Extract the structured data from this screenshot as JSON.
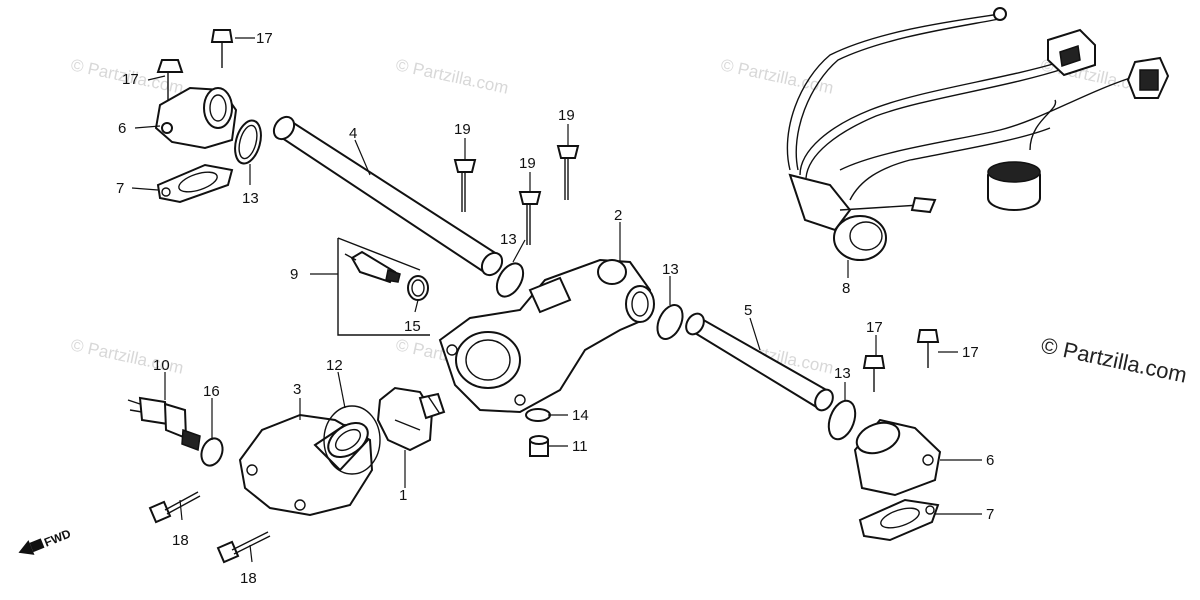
{
  "watermark": {
    "small_text": "© Partzilla.com",
    "main_text": "© Partzilla.com"
  },
  "fwd_label": "FWD",
  "callouts": {
    "p1": "1",
    "p2": "2",
    "p3": "3",
    "p4": "4",
    "p5": "5",
    "p6a": "6",
    "p6b": "6",
    "p7a": "7",
    "p7b": "7",
    "p8": "8",
    "p9": "9",
    "p10": "10",
    "p11": "11",
    "p12": "12",
    "p13a": "13",
    "p13b": "13",
    "p13c": "13",
    "p13d": "13",
    "p14": "14",
    "p15": "15",
    "p16": "16",
    "p17a": "17",
    "p17b": "17",
    "p17c": "17",
    "p17d": "17",
    "p18a": "18",
    "p18b": "18",
    "p19a": "19",
    "p19b": "19",
    "p19c": "19"
  }
}
